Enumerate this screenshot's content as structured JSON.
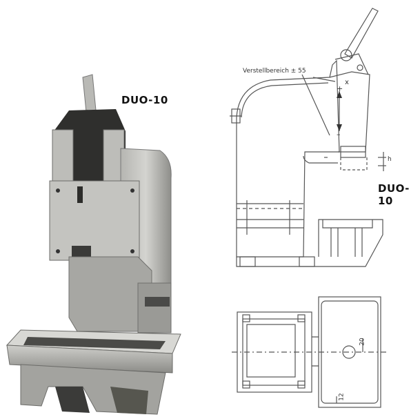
{
  "photo": {
    "model_label": "DUO-10"
  },
  "side_view": {
    "model_label": "DUO-10",
    "adjust_label": "Verstellbereich ± 55",
    "x_label": "x",
    "h_label": "h",
    "plus": "+",
    "minus": "–"
  },
  "top_view": {
    "dim_20": "20",
    "dim_12": "12"
  },
  "colors": {
    "metal_light": "#c9c9c6",
    "metal_mid": "#9e9e9a",
    "metal_dark": "#3a3a38",
    "line": "#555555"
  }
}
